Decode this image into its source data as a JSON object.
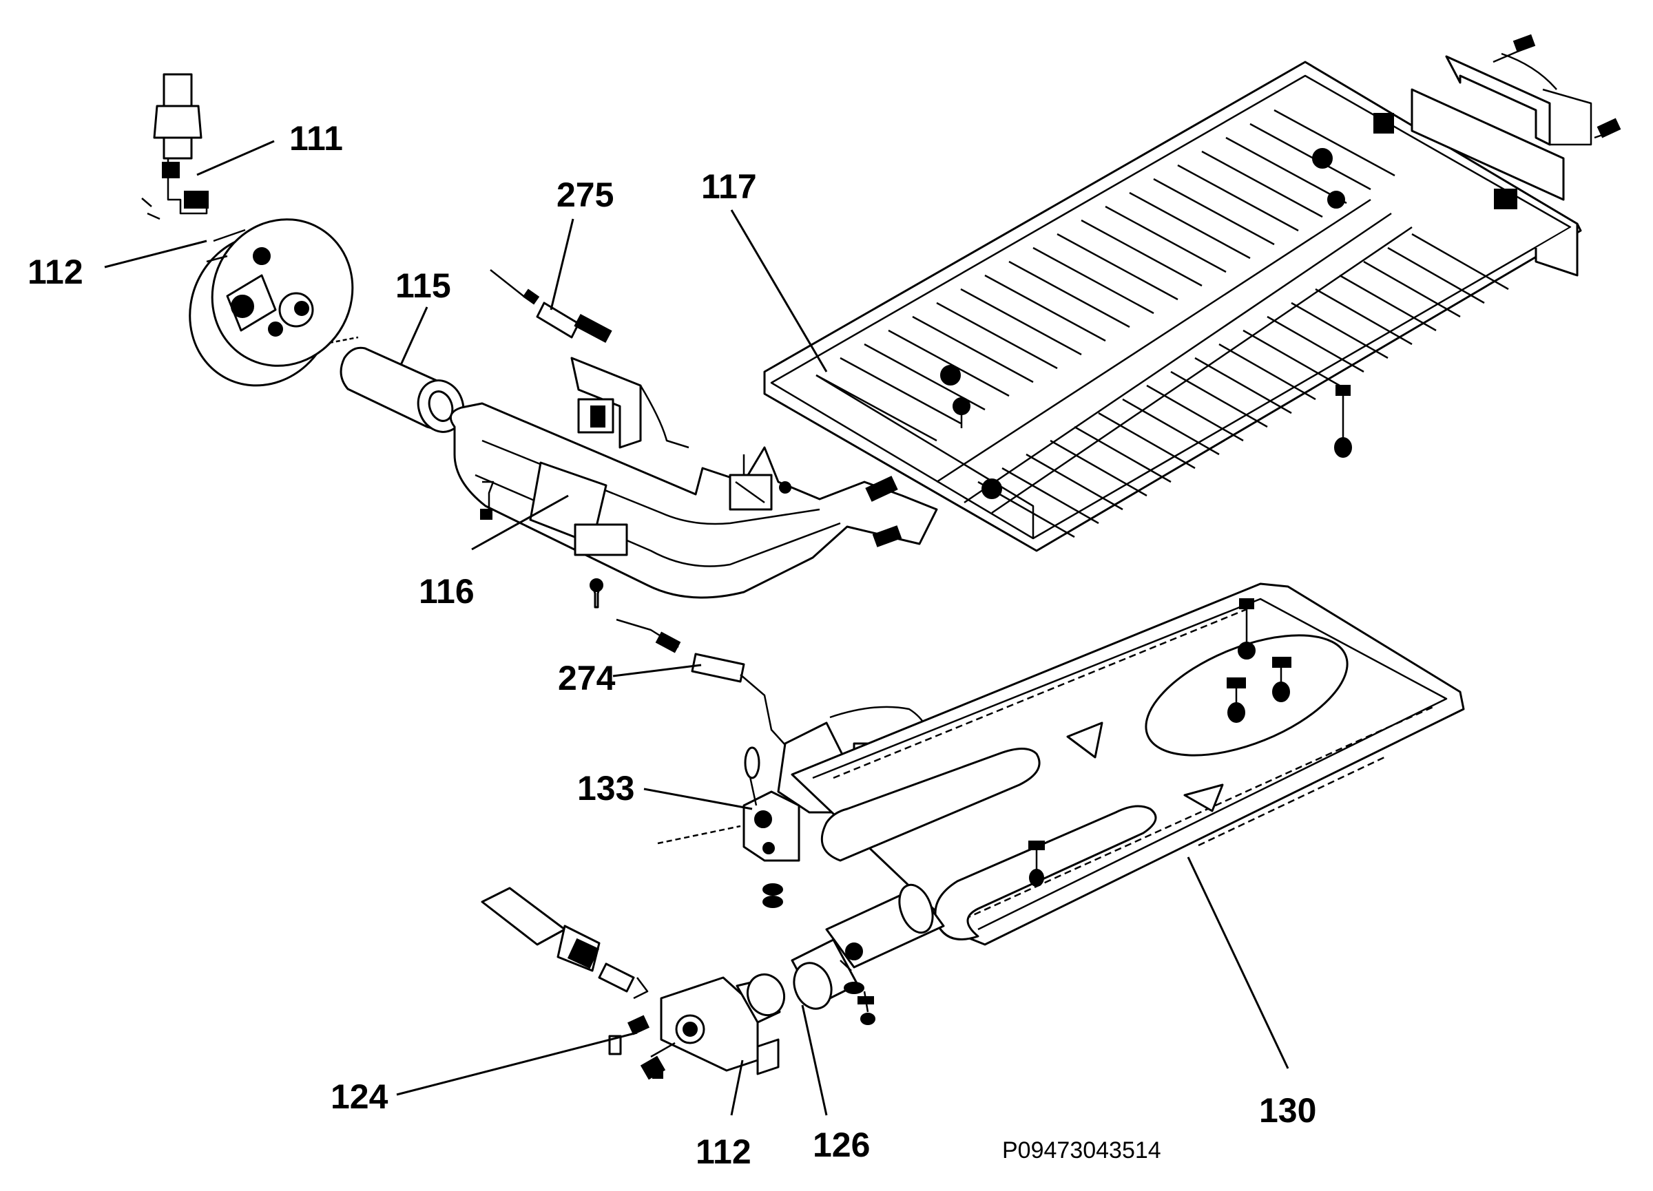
{
  "diagram": {
    "callouts": [
      {
        "id": "c111a",
        "label": "111"
      },
      {
        "id": "c112a",
        "label": "112"
      },
      {
        "id": "c275",
        "label": "275"
      },
      {
        "id": "c117",
        "label": "117"
      },
      {
        "id": "c115",
        "label": "115"
      },
      {
        "id": "c116",
        "label": "116"
      },
      {
        "id": "c274",
        "label": "274"
      },
      {
        "id": "c133",
        "label": "133"
      },
      {
        "id": "c124",
        "label": "124"
      },
      {
        "id": "c112b",
        "label": "112"
      },
      {
        "id": "c126",
        "label": "126"
      },
      {
        "id": "c130",
        "label": "130"
      }
    ],
    "drawing_code": "P09473043514"
  }
}
